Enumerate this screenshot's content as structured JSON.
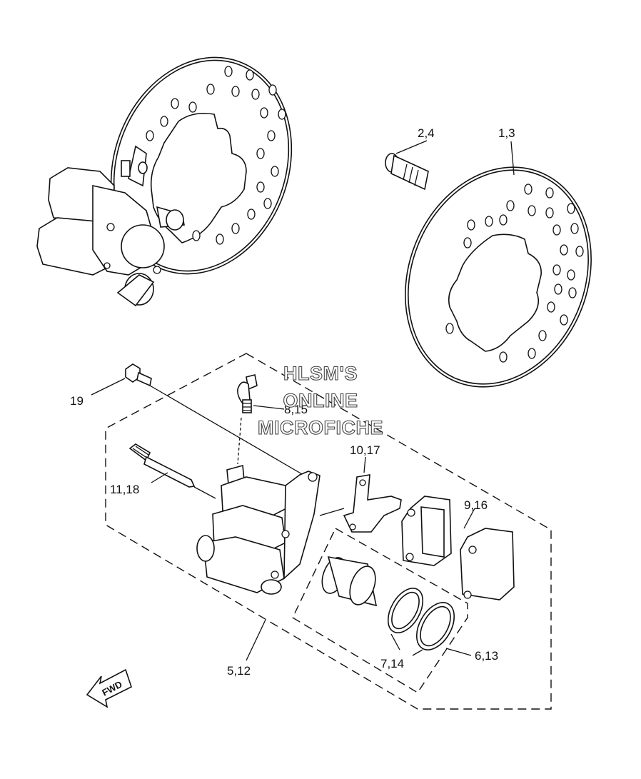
{
  "callouts": {
    "c1_3": "1,3",
    "c2_4": "2,4",
    "c19": "19",
    "c8_15": "8,15",
    "c10_17": "10,17",
    "c11_18": "11,18",
    "c9_16": "9,16",
    "c6_13": "6,13",
    "c7_14": "7,14",
    "c5_12": "5,12"
  },
  "watermark": {
    "line1": "HLSM'S",
    "line2": "ONLINE",
    "line3": "MICROFICHE"
  },
  "fwd_arrow": {
    "label": "FWD"
  }
}
